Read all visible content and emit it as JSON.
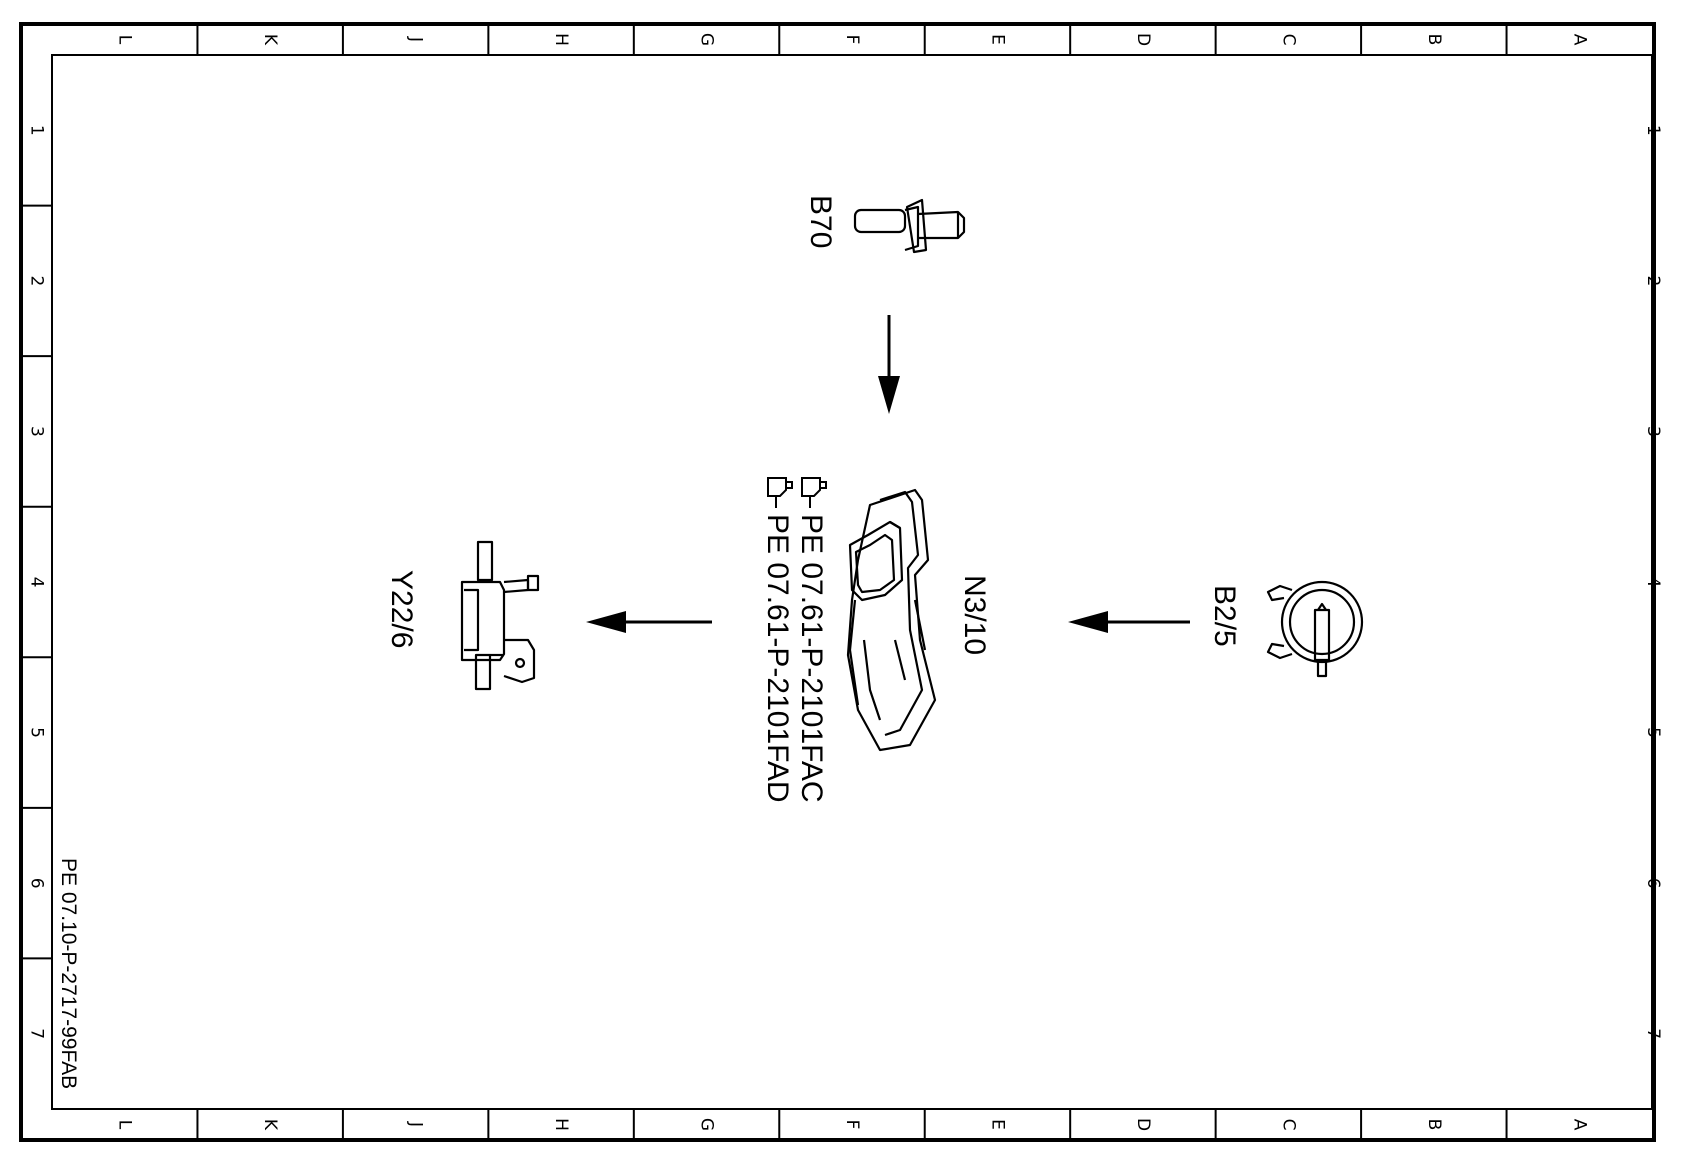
{
  "frame": {
    "columns": [
      "L",
      "K",
      "J",
      "H",
      "G",
      "F",
      "E",
      "D",
      "C",
      "B",
      "A"
    ],
    "rows": [
      "1",
      "2",
      "3",
      "4",
      "5",
      "6",
      "7"
    ]
  },
  "components": {
    "b70": {
      "label": "B70"
    },
    "n3_10": {
      "label": "N3/10"
    },
    "b2_5": {
      "label": "B2/5"
    },
    "y22_6": {
      "label": "Y22/6"
    }
  },
  "references": [
    {
      "text": "PE  07.61-P-2101FAC",
      "icon": "pointing-hand-icon"
    },
    {
      "text": "PE  07.61-P-2101FAD",
      "icon": "pointing-hand-icon"
    }
  ],
  "document_id": "PE 07.10-P-2717-99FAB",
  "colors": {
    "ink": "#000000",
    "paper": "#ffffff"
  }
}
